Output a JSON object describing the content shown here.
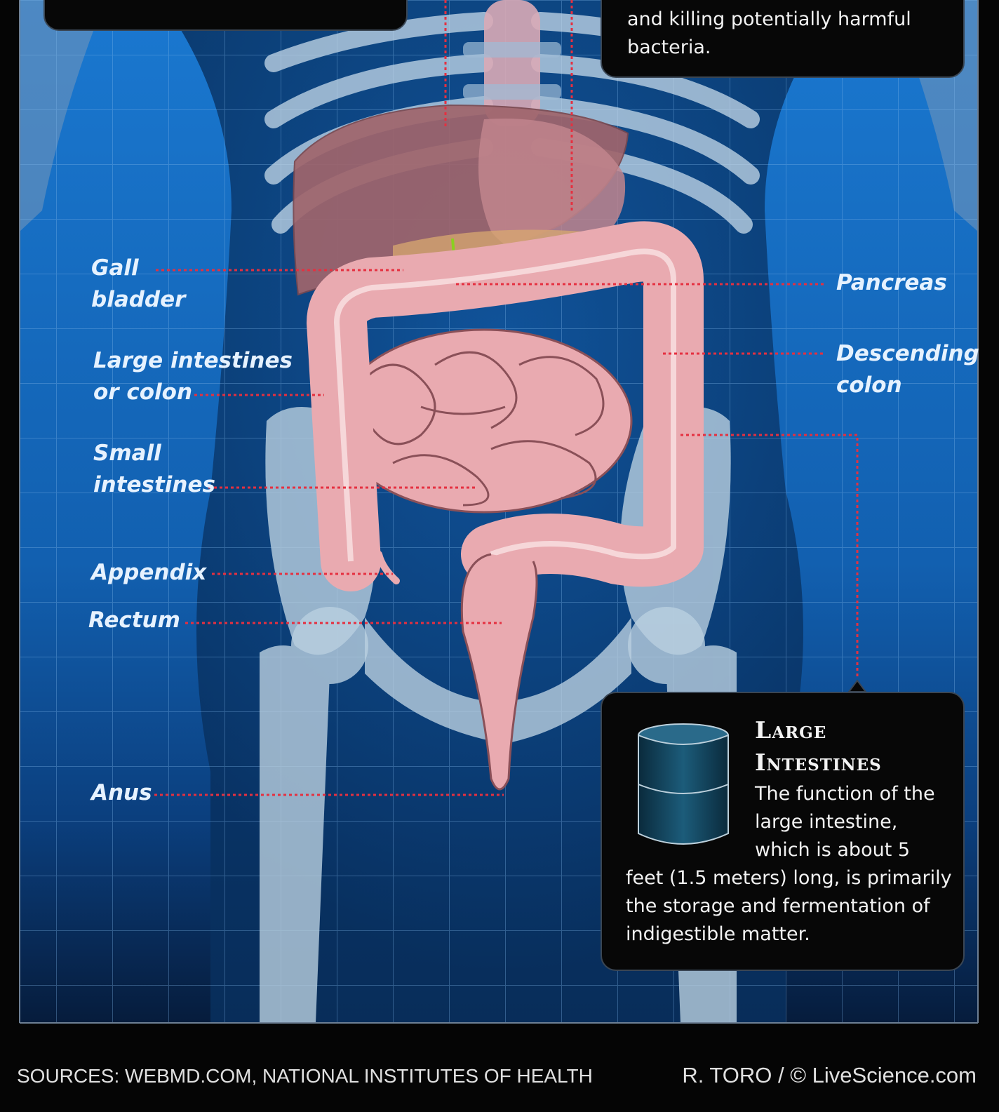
{
  "labels": {
    "gall_bladder": "Gall\nbladder",
    "large_intestines": "Large intestines\nor colon",
    "small_intestines": "Small\nintestines",
    "appendix": "Appendix",
    "rectum": "Rectum",
    "anus": "Anus",
    "pancreas": "Pancreas",
    "descending_colon": "Descending\ncolon"
  },
  "top_right_box": {
    "text": "and killing potentially harmful\nbacteria."
  },
  "large_intestines_box": {
    "title": "Large\nIntestines",
    "body_part1": "The function of the\nlarge intestine,\nwhich is about 5",
    "body_part2": "feet (1.5 meters) long, is primarily\nthe storage and fermentation of\nindigestible matter."
  },
  "footer": {
    "sources": "SOURCES: WEBMD.COM, NATIONAL INSTITUTES OF HEALTH",
    "credit": "R. TORO / © LiveScience.com"
  },
  "colors": {
    "background_blue": "#1565b8",
    "bone": "#b9cfe0",
    "intestine": "#e9aab0",
    "liver": "#a0656c",
    "gallbladder": "#d8e81a",
    "leader_line": "#e53040"
  }
}
